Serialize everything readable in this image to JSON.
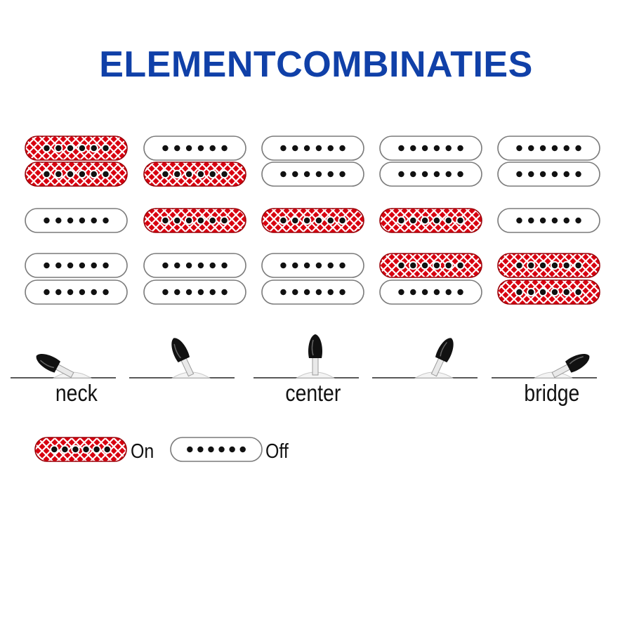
{
  "title": "ELEMENTCOMBINATIES",
  "colors": {
    "title": "#1040a8",
    "on": "#d80010",
    "off": "#ffffff",
    "outline": "#7a7a7a",
    "pole": "#111111"
  },
  "pickup_layout": [
    "humbucker",
    "single-coil",
    "humbucker"
  ],
  "positions": [
    {
      "switch_index": 0,
      "neck_upper": "on",
      "neck_lower": "on",
      "middle": "off",
      "bridge_upper": "off",
      "bridge_lower": "off"
    },
    {
      "switch_index": 1,
      "neck_upper": "off",
      "neck_lower": "on",
      "middle": "on",
      "bridge_upper": "off",
      "bridge_lower": "off"
    },
    {
      "switch_index": 2,
      "neck_upper": "off",
      "neck_lower": "off",
      "middle": "on",
      "bridge_upper": "off",
      "bridge_lower": "off"
    },
    {
      "switch_index": 3,
      "neck_upper": "off",
      "neck_lower": "off",
      "middle": "on",
      "bridge_upper": "on",
      "bridge_lower": "off"
    },
    {
      "switch_index": 4,
      "neck_upper": "off",
      "neck_lower": "off",
      "middle": "off",
      "bridge_upper": "on",
      "bridge_lower": "on"
    }
  ],
  "switch_labels": {
    "neck": "neck",
    "center": "center",
    "bridge": "bridge"
  },
  "legend": {
    "on": "On",
    "off": "Off"
  }
}
